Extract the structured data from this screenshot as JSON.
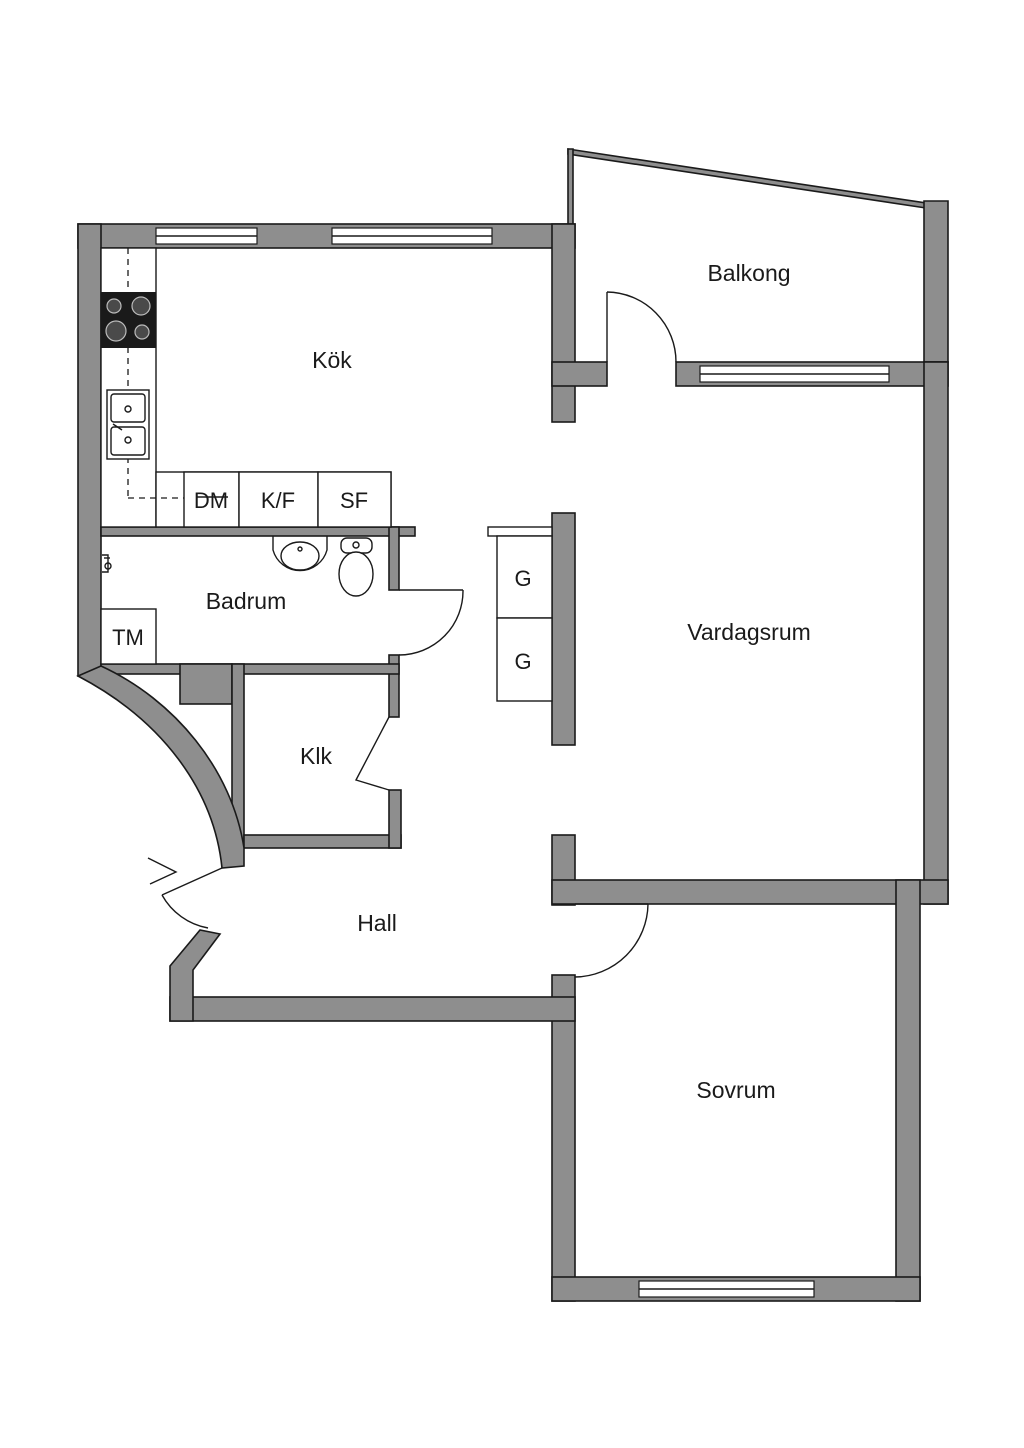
{
  "rooms": {
    "kok": "Kök",
    "balkong": "Balkong",
    "badrum": "Badrum",
    "vardagsrum": "Vardagsrum",
    "klk": "Klk",
    "hall": "Hall",
    "sovrum": "Sovrum"
  },
  "fixtures": {
    "dishwasher": "DM",
    "fridge_freezer": "K/F",
    "freezer": "SF",
    "washing_machine": "TM",
    "wardrobe_1": "G",
    "wardrobe_2": "G"
  },
  "colors": {
    "wall": "#8e8e8e",
    "line": "#1a1a1a",
    "background": "#ffffff"
  }
}
